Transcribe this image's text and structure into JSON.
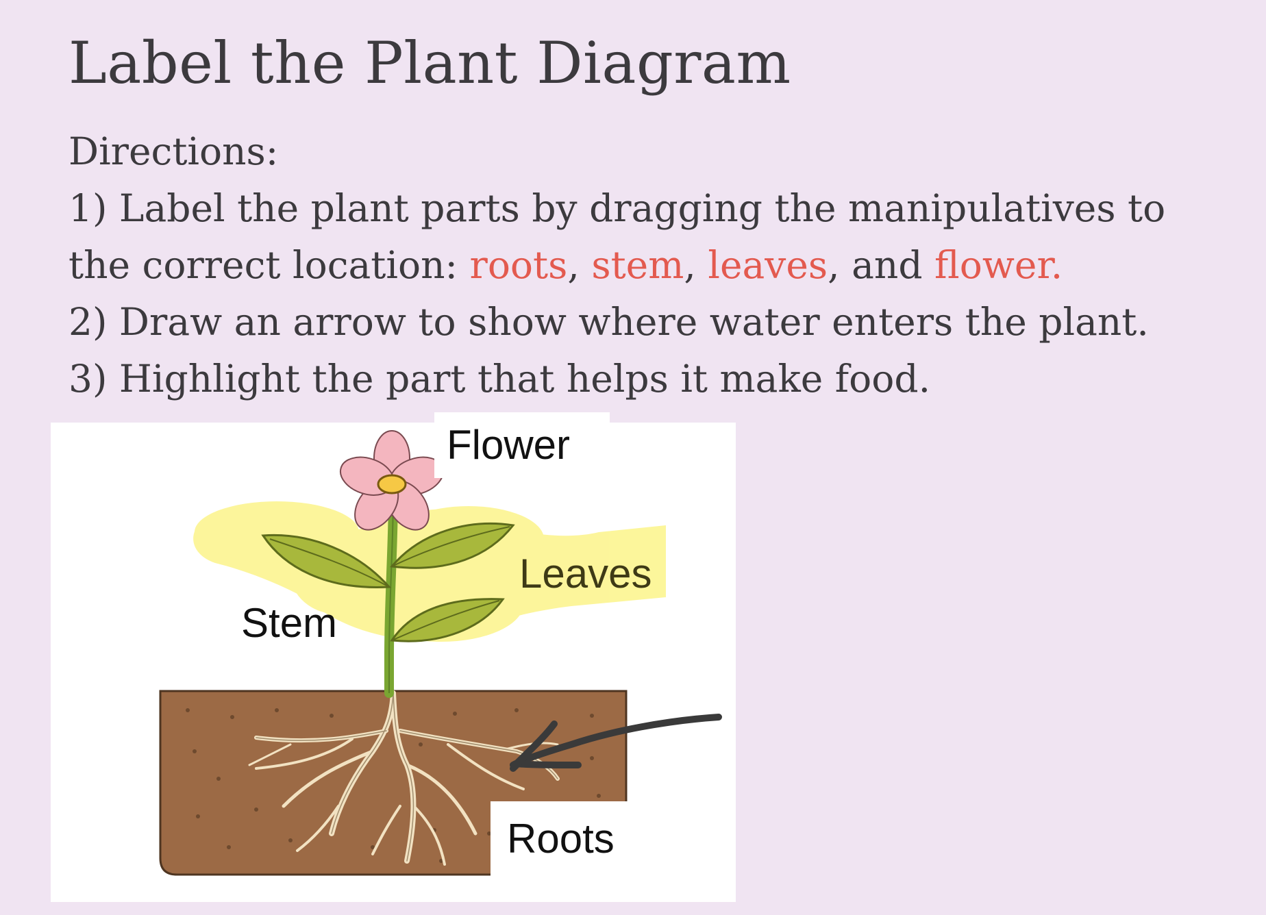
{
  "page": {
    "title": "Label the Plant Diagram",
    "directions_heading": "Directions:",
    "step1_a": "1) Label the plant parts by dragging the manipulatives to",
    "step1_b": "the correct location: ",
    "kw_roots": "roots",
    "kw_stem": "stem",
    "kw_leaves": "leaves",
    "kw_flower": "flower",
    "comma": ", ",
    "and": ", and ",
    "period": ".",
    "step2": "2) Draw an arrow to show where water enters the plant.",
    "step3": "3) Highlight the part that helps it make food."
  },
  "labels": {
    "flower": "Flower",
    "leaves": "Leaves",
    "stem": "Stem",
    "roots": "Roots"
  },
  "colors": {
    "background": "#f0e4f2",
    "keyword": "#e35a4f",
    "soil": "#9c6a45",
    "highlight": "#fbf271",
    "petal": "#f4b6bf",
    "leaf": "#a8b83c",
    "stem": "#7aa632",
    "root": "#f2e2c2",
    "arrow": "#3a3a3a"
  }
}
